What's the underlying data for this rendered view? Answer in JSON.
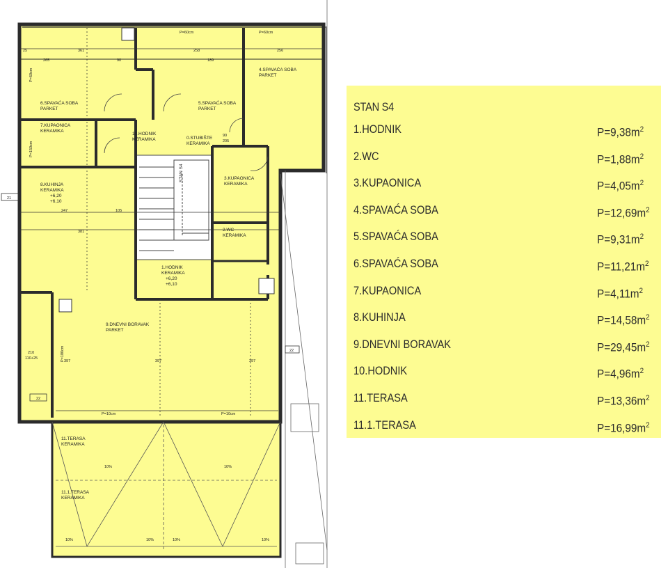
{
  "legend": {
    "title": "STAN S4",
    "rooms": [
      {
        "name": "1.HODNIK",
        "area": "P=9,38m",
        "unit_sup": "2"
      },
      {
        "name": "2.WC",
        "area": "P=1,88m",
        "unit_sup": "2"
      },
      {
        "name": "3.KUPAONICA",
        "area": "P=4,05m",
        "unit_sup": "2"
      },
      {
        "name": "4.SPAVAĆA SOBA",
        "area": "P=12,69m",
        "unit_sup": "2"
      },
      {
        "name": "5.SPAVAĆA SOBA",
        "area": "P=9,31m",
        "unit_sup": "2"
      },
      {
        "name": "6.SPAVAĆA SOBA",
        "area": "P=11,21m",
        "unit_sup": "2"
      },
      {
        "name": "7.KUPAONICA",
        "area": "P=4,11m",
        "unit_sup": "2"
      },
      {
        "name": "8.KUHINJA",
        "area": "P=14,58m",
        "unit_sup": "2"
      },
      {
        "name": "9.DNEVNI BORAVAK",
        "area": "P=29,45m",
        "unit_sup": "2"
      },
      {
        "name": "10.HODNIK",
        "area": "P=4,96m",
        "unit_sup": "2"
      },
      {
        "name": "11.TERASA",
        "area": "P=13,36m",
        "unit_sup": "2"
      },
      {
        "name": "11.1.TERASA",
        "area": "P=16,99m",
        "unit_sup": "2"
      }
    ]
  },
  "plan": {
    "colors": {
      "fill": "#fdfc92",
      "wall": "#2b2b2b",
      "line": "#444444"
    },
    "room_labels": [
      {
        "id": "r4",
        "lines": [
          "4.SPAVAĆA SOBA",
          "PARKET"
        ]
      },
      {
        "id": "r5",
        "lines": [
          "5.SPAVAĆA SOBA",
          "PARKET"
        ]
      },
      {
        "id": "r6",
        "lines": [
          "6.SPAVAĆA SOBA",
          "PARKET"
        ]
      },
      {
        "id": "r7",
        "lines": [
          "7.KUPAONICA",
          "KERAMIKA"
        ]
      },
      {
        "id": "r10",
        "lines": [
          "10.HODNIK",
          "KERAMIKA"
        ]
      },
      {
        "id": "r0",
        "lines": [
          "0.STUBIŠTE",
          "KERAMIKA"
        ]
      },
      {
        "id": "r3",
        "lines": [
          "3.KUPAONICA",
          "KERAMIKA"
        ]
      },
      {
        "id": "r8",
        "lines": [
          "8.KUHINJA",
          "KERAMIKA",
          "+6,20",
          "+6,10"
        ]
      },
      {
        "id": "r2",
        "lines": [
          "2.WC",
          "KERAMIKA"
        ]
      },
      {
        "id": "r1",
        "lines": [
          "1.HODNIK",
          "KERAMIKA",
          "+6,20",
          "+6,10"
        ]
      },
      {
        "id": "r9",
        "lines": [
          "9.DNEVNI BORAVAK",
          "PARKET"
        ]
      },
      {
        "id": "r11",
        "lines": [
          "11.TERASA",
          "KERAMIKA"
        ]
      },
      {
        "id": "r111",
        "lines": [
          "11.1.TERASA",
          "KERAMIKA"
        ]
      }
    ],
    "stair_label": "STAN S4",
    "window_labels": [
      "P=60cm",
      "P=60cm",
      "P=60cm",
      "P=150cm",
      "P=180cm",
      "P=10cm",
      "P=10cm"
    ],
    "dimensions": [
      "361",
      "258",
      "256",
      "265",
      "90",
      "189",
      "247",
      "105",
      "381",
      "397",
      "397",
      "397",
      "90",
      "205",
      "25",
      "10%",
      "10%",
      "10%",
      "10%",
      "10%",
      "10%"
    ],
    "side_tags": [
      "21",
      "22",
      "22",
      "210",
      "110+25"
    ]
  }
}
